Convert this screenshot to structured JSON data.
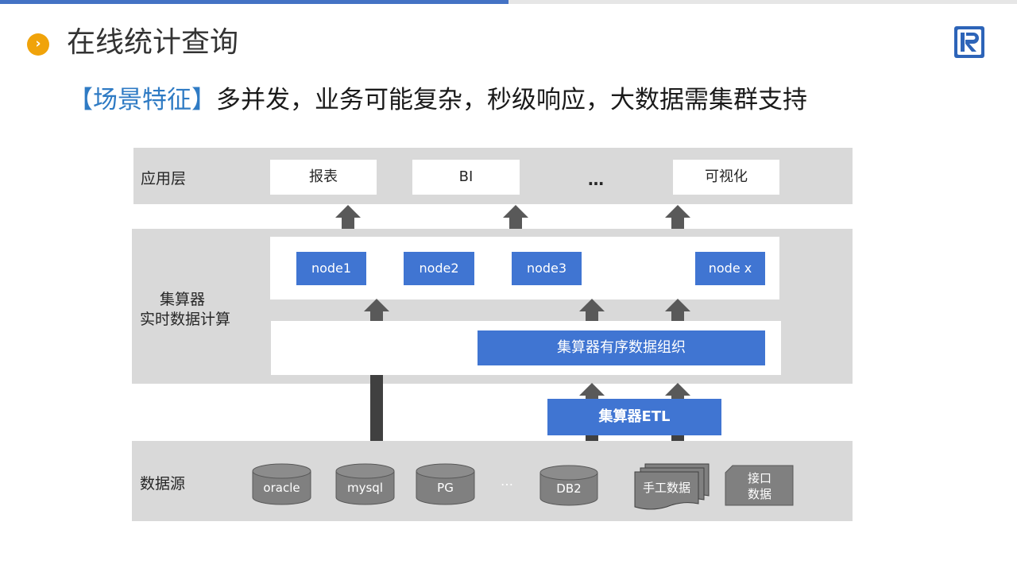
{
  "title": "在线统计查询",
  "subtitle": {
    "highlight": "【场景特征】",
    "rest": "多并发，业务可能复杂，秒级响应，大数据需集群支持"
  },
  "colors": {
    "accent": "#4075d2",
    "bullet": "#f0a30a",
    "band": "#d9d9d9",
    "arrow": "#595959",
    "db": "#808080"
  },
  "layers": {
    "app": {
      "label": "应用层",
      "items": [
        "报表",
        "BI",
        "…",
        "可视化"
      ]
    },
    "calc": {
      "label_line1": "集算器",
      "label_line2": "实时数据计算",
      "nodes": [
        "node1",
        "node2",
        "node3",
        "node x"
      ],
      "storage": "集算器有序数据组织"
    },
    "etl": {
      "label": "集算器ETL"
    },
    "source": {
      "label": "数据源",
      "databases": [
        "oracle",
        "mysql",
        "PG",
        "DB2"
      ],
      "ellipsis": "…",
      "manual": "手工数据",
      "api_line1": "接口",
      "api_line2": "数据"
    }
  },
  "icons": {
    "bullet": "chevron-right-icon",
    "logo": "r-logo-icon"
  }
}
